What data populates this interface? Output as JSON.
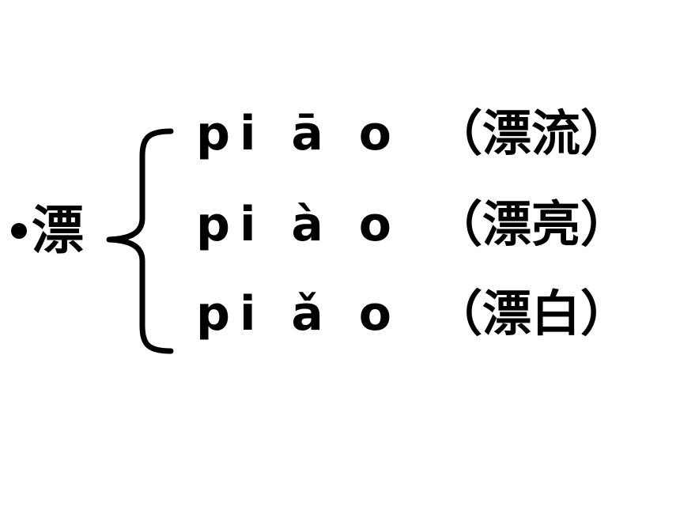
{
  "headword": {
    "character": "漂"
  },
  "readings": [
    {
      "pinyin": "piāo",
      "pinyin_display": "pi ā o",
      "word": "（漂流）"
    },
    {
      "pinyin": "piào",
      "pinyin_display": "pi à o",
      "word": "（漂亮）"
    },
    {
      "pinyin": "piǎo",
      "pinyin_display": "pi ǎ o",
      "word": "（漂白）"
    }
  ],
  "icons": {
    "bullet": "bullet-dot-icon",
    "brace": "curly-brace-icon"
  },
  "colors": {
    "text": "#000000",
    "background": "#ffffff"
  }
}
